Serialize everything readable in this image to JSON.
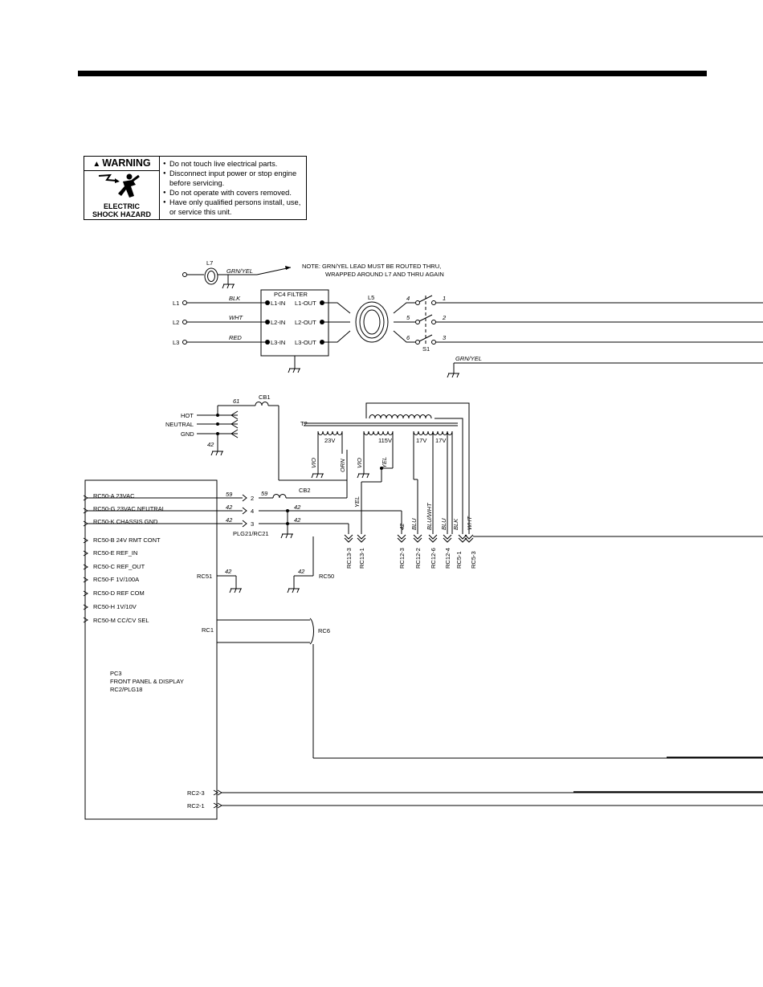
{
  "warning": {
    "title": "WARNING",
    "caption_line1": "ELECTRIC",
    "caption_line2": "SHOCK HAZARD",
    "items": [
      "Do not touch live electrical parts.",
      "Disconnect input power or stop engine before servicing.",
      "Do not operate with covers removed.",
      "Have only qualified persons install, use, or service this unit."
    ],
    "icon": "electric-shock-icon"
  },
  "schematic": {
    "note_line1": "NOTE: GRN/YEL LEAD MUST BE ROUTED THRU,",
    "note_line2": "WRAPPED AROUND L7 AND THRU AGAIN",
    "labels": {
      "l7": "L7",
      "grn_yel": "GRN/YEL",
      "pc4": "PC4 FILTER",
      "l1": "L1",
      "l2": "L2",
      "l3": "L3",
      "blk": "BLK",
      "wht": "WHT",
      "red": "RED",
      "l1in": "L1-IN",
      "l2in": "L2-IN",
      "l3in": "L3-IN",
      "l1out": "L1-OUT",
      "l2out": "L2-OUT",
      "l3out": "L3-OUT",
      "l5": "L5",
      "s1": "S1",
      "sw4": "4",
      "sw5": "5",
      "sw6": "6",
      "sw1": "1",
      "sw2": "2",
      "sw3": "3",
      "grn_yel2": "GRN/YEL",
      "hot": "HOT",
      "neutral": "NEUTRAL",
      "gnd": "GND",
      "w61": "61",
      "cb1": "CB1",
      "w42a": "42",
      "t2": "T2",
      "v23": "23V",
      "v115": "115V",
      "v17a": "17V",
      "v17b": "17V",
      "vio1": "VIO",
      "orn": "ORN",
      "vio2": "VIO",
      "yel1": "YEL",
      "yel2": "YEL",
      "rc50a": "RC50-A 23VAC",
      "rc50g": "RC50-G 23VAC NEUTRAL",
      "rc50k": "RC50-K CHASSIS GND",
      "rc50b": "RC50-B 24V RMT CONT",
      "rc50e": "RC50-E REF_IN",
      "rc50c": "RC50-C REF_OUT",
      "rc50f": "RC50-F 1V/100A",
      "rc50d": "RC50-D REF COM",
      "rc50h": "RC50-H 1V/10V",
      "rc50m": "RC50-M CC/CV SEL",
      "w59a": "59",
      "w42b": "42",
      "w42c": "42",
      "p2": "2",
      "p4": "4",
      "p3": "3",
      "w59b": "59",
      "cb2": "CB2",
      "w42d": "42",
      "w42e": "42",
      "plg21": "PLG21/RC21",
      "rc51": "RC51",
      "w42f": "42",
      "w42g": "42",
      "rc50lbl": "RC50",
      "rc1": "RC1",
      "rc6": "RC6",
      "pc3_line1": "PC3",
      "pc3_line2": "FRONT PANEL & DISPLAY",
      "pc3_line3": "RC2/PLG18",
      "rc2_3": "RC2-3",
      "rc2_1": "RC2-1",
      "rc13_3": "RC13-3",
      "rc13_1": "RC13-1",
      "rc12_3": "RC12-3",
      "rc12_2": "RC12-2",
      "rc12_6": "RC12-6",
      "rc12_4": "RC12-4",
      "rc5_1": "RC5-1",
      "rc5_3": "RC5-3",
      "v42": "42",
      "blu1": "BLU",
      "bluwht": "BLU/WHT",
      "blu2": "BLU",
      "blk2": "BLK",
      "wht2": "WHT"
    }
  }
}
